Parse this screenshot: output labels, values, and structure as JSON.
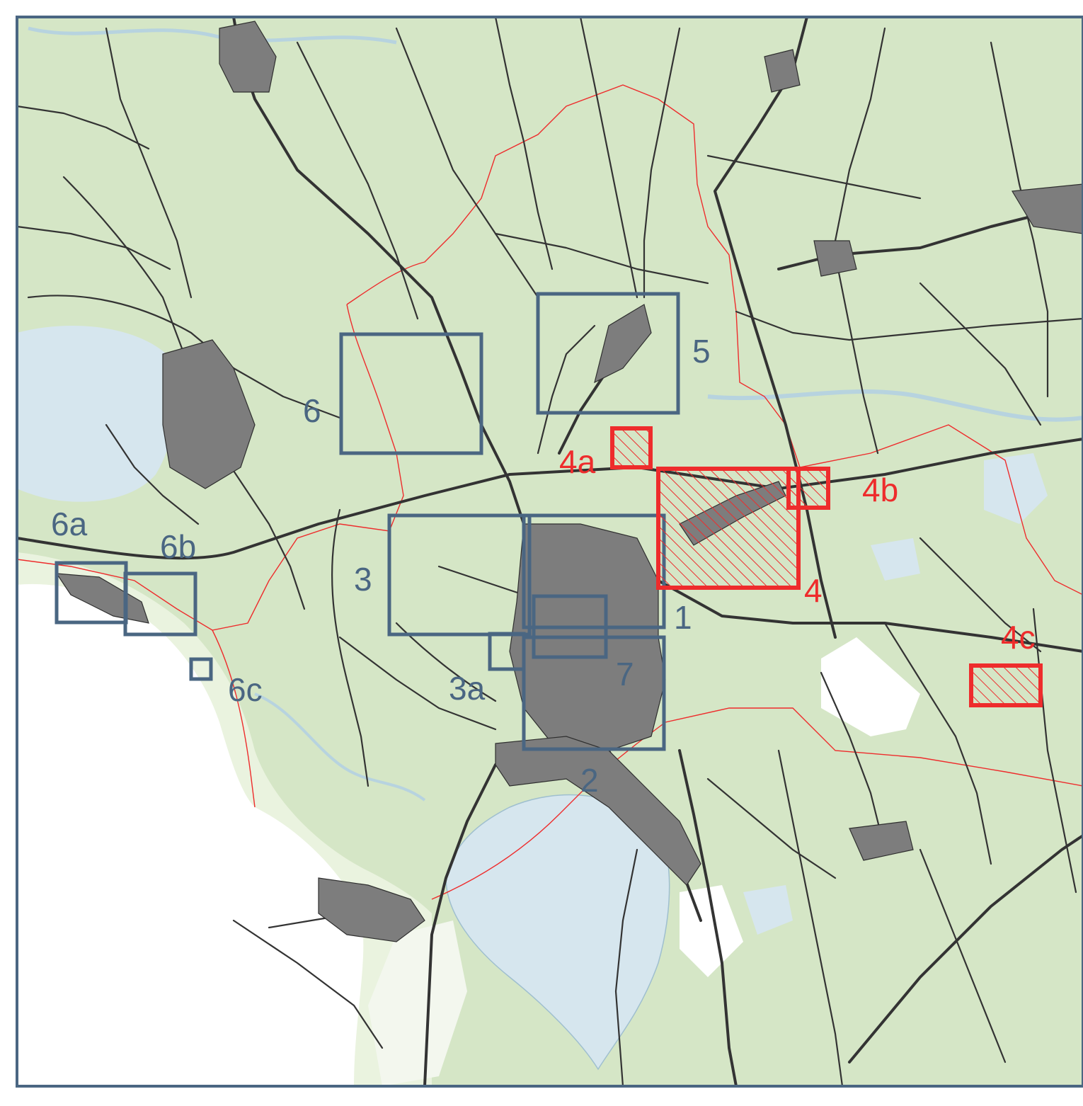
{
  "map": {
    "colors": {
      "land": "#d5e6c6",
      "water": "#d6e6ee",
      "sea": "#ffffff",
      "road": "#333333",
      "urban": "#7d7d7d",
      "boundary": "#ee2c2c",
      "frame": "#4a6682",
      "highlight_blue": "#4a6682",
      "highlight_red": "#ee2c2c"
    },
    "labels": {
      "area_1": "1",
      "area_2": "2",
      "area_3": "3",
      "area_3a": "3a",
      "area_4": "4",
      "area_4a": "4a",
      "area_4b": "4b",
      "area_4c": "4c",
      "area_5": "5",
      "area_6": "6",
      "area_6a": "6a",
      "area_6b": "6b",
      "area_6c": "6c",
      "area_7": "7"
    }
  }
}
